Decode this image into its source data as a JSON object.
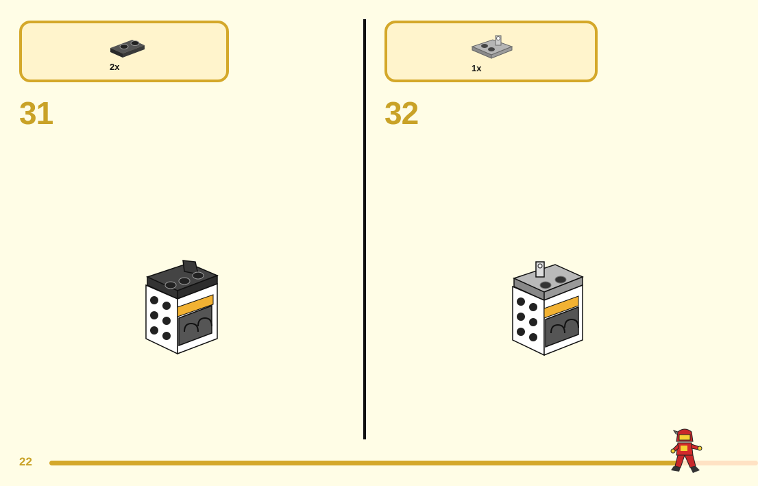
{
  "steps": [
    {
      "number": "31",
      "parts": [
        {
          "qty": "2x",
          "part_icon": "dark-bracket-plate-icon"
        }
      ]
    },
    {
      "number": "32",
      "parts": [
        {
          "qty": "1x",
          "part_icon": "grey-plate-with-clip-icon"
        }
      ]
    }
  ],
  "footer": {
    "page_number": "22",
    "progress_fraction": 0.89,
    "mascot_icon": "ninja-minifigure-icon"
  },
  "colors": {
    "background": "#fffde6",
    "accent": "#d4a82a",
    "parts_box_fill": "#fff4cc",
    "progress_remaining": "#ffe2c4"
  }
}
